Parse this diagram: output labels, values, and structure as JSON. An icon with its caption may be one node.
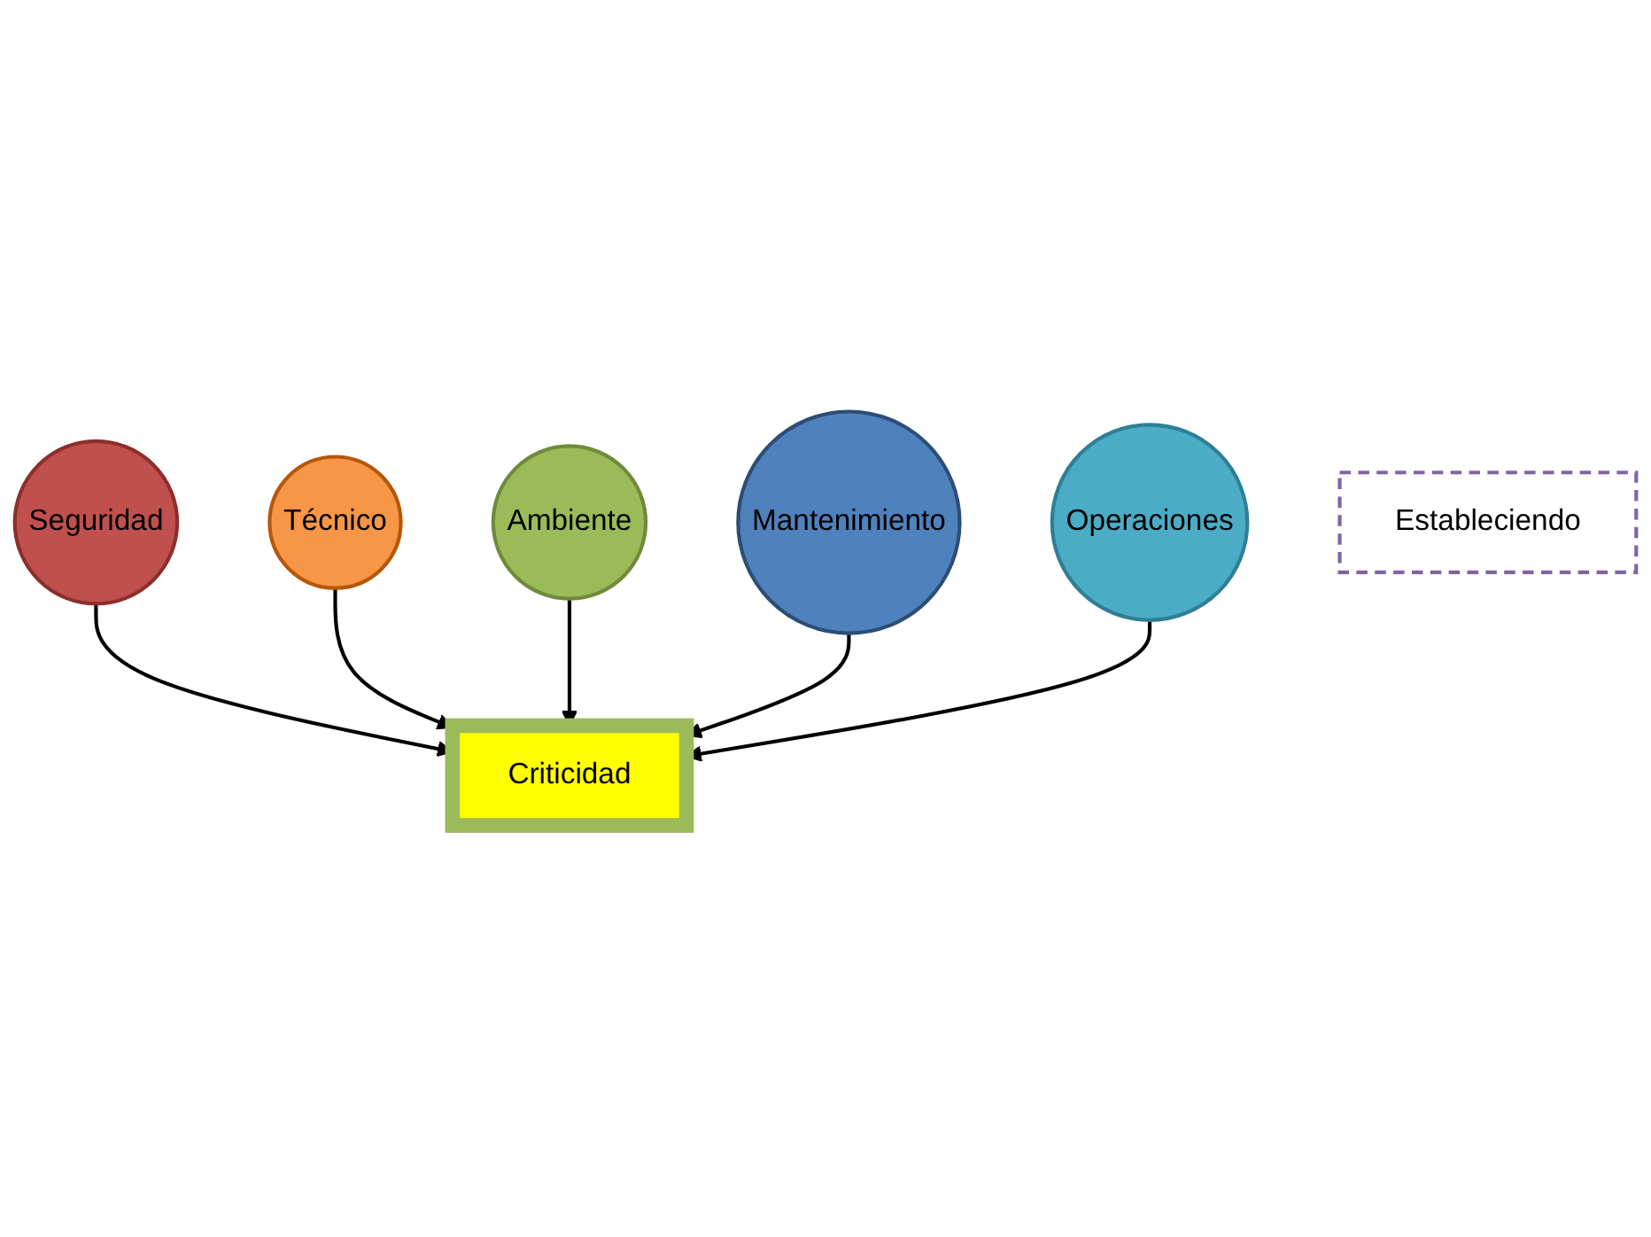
{
  "diagram": {
    "nodes": [
      {
        "text": [
          "Seguridad"
        ]
      },
      {
        "text": [
          "Técnico"
        ]
      },
      {
        "text": [
          "Ambiente"
        ]
      },
      {
        "text": [
          "Mantenimiento"
        ]
      },
      {
        "text": [
          "Operaciones"
        ]
      },
      {
        "text": [
          "Criticidad"
        ]
      },
      {
        "text": [
          "Estableciendo"
        ]
      }
    ],
    "edges": [
      {
        "from": 0,
        "to": 5,
        "arrow": "to"
      },
      {
        "from": 1,
        "to": 5,
        "arrow": "to"
      },
      {
        "from": 2,
        "to": 5,
        "arrow": "to"
      },
      {
        "from": 3,
        "to": 5,
        "arrow": "to"
      },
      {
        "from": 4,
        "to": 5,
        "arrow": "to"
      }
    ]
  }
}
